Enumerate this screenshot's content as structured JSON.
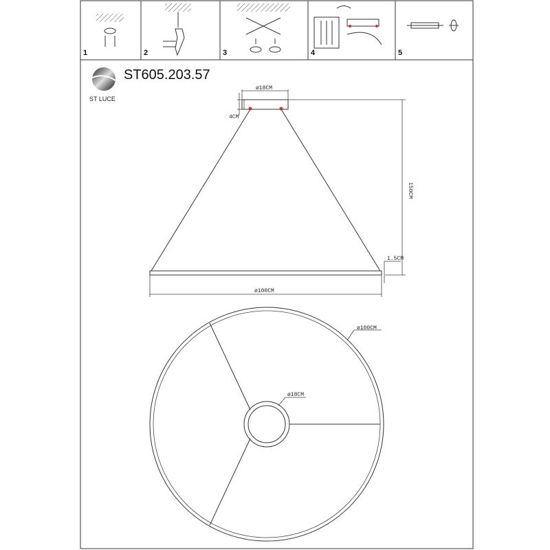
{
  "steps": [
    {
      "number": "1"
    },
    {
      "number": "2"
    },
    {
      "number": "3"
    },
    {
      "number": "4"
    },
    {
      "number": "5"
    }
  ],
  "header": {
    "model": "ST605.203.57",
    "brand": "ST LUCE"
  },
  "side_view": {
    "canopy_diameter": "ø18CM",
    "canopy_height": "4CM",
    "suspension_height": "150CM",
    "ring_thickness": "1.5CM",
    "ring_diameter": "ø100CM"
  },
  "top_view": {
    "ring_diameter": "ø100CM",
    "canopy_diameter": "ø18CM"
  },
  "colors": {
    "line": "#333333",
    "mount_point": "#c0392b"
  }
}
